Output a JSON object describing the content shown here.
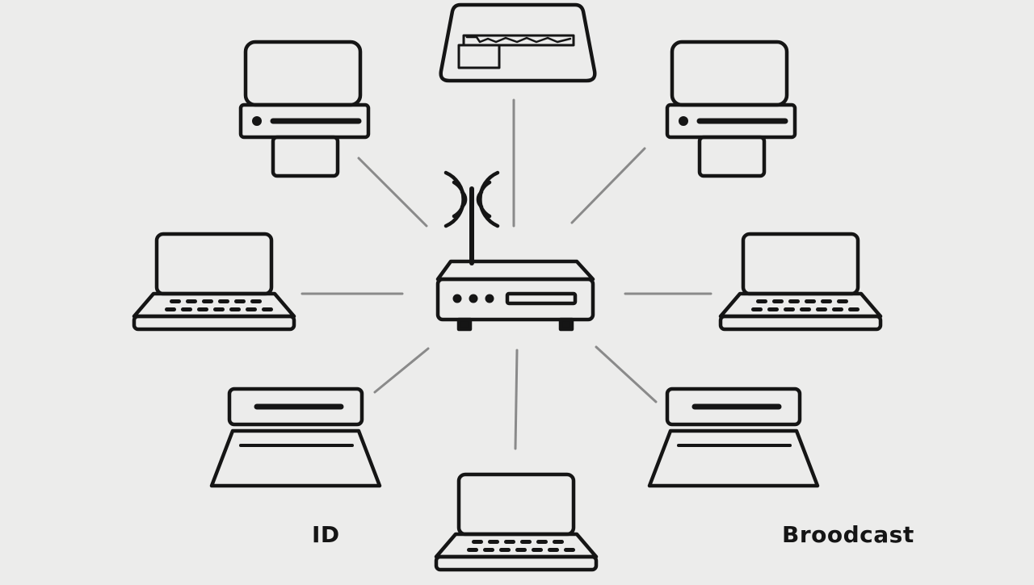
{
  "diagram": {
    "hub": {
      "name": "wireless-router",
      "kind": "router"
    },
    "nodes": [
      {
        "name": "top-terminal",
        "kind": "terminal"
      },
      {
        "name": "top-right-printer",
        "kind": "printer"
      },
      {
        "name": "right-laptop",
        "kind": "laptop"
      },
      {
        "name": "bottom-right-device",
        "kind": "device"
      },
      {
        "name": "bottom-laptop",
        "kind": "laptop"
      },
      {
        "name": "bottom-left-device",
        "kind": "device"
      },
      {
        "name": "left-laptop",
        "kind": "laptop"
      },
      {
        "name": "top-left-printer",
        "kind": "printer"
      }
    ],
    "connections": [
      {
        "from": "wireless-router",
        "to": "top-terminal"
      },
      {
        "from": "wireless-router",
        "to": "top-right-printer"
      },
      {
        "from": "wireless-router",
        "to": "right-laptop"
      },
      {
        "from": "wireless-router",
        "to": "bottom-right-device"
      },
      {
        "from": "wireless-router",
        "to": "bottom-laptop"
      },
      {
        "from": "wireless-router",
        "to": "bottom-left-device"
      },
      {
        "from": "wireless-router",
        "to": "left-laptop"
      },
      {
        "from": "wireless-router",
        "to": "top-left-printer"
      }
    ]
  },
  "labels": {
    "left": "ID",
    "right": "Broodcast"
  },
  "colors": {
    "background": "#ececeb",
    "stroke": "#151515",
    "connector": "#8a8a8a"
  }
}
